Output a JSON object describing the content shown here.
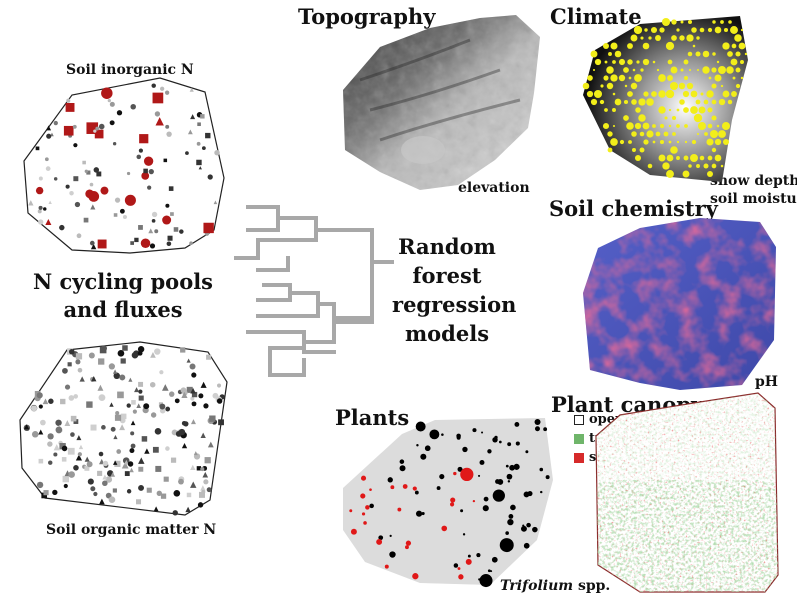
{
  "titles": {
    "topography": "Topography",
    "climate": "Climate",
    "soil_chemistry": "Soil chemistry",
    "plants": "Plants",
    "plant_canopy": "Plant canopy",
    "n_cycling_line1": "N cycling pools",
    "n_cycling_line2": "and fluxes",
    "model_line1": "Random",
    "model_line2": "forest",
    "model_line3": "regression",
    "model_line4": "models"
  },
  "labels": {
    "soil_inorganic_n": "Soil inorganic N",
    "soil_organic_matter_n": "Soil organic matter N",
    "elevation": "elevation",
    "snow_depth": "snow depth",
    "soil_moisture": "soil moisture",
    "ph": "pH",
    "trifolium_italic": "Trifolium",
    "trifolium_rest": " spp."
  },
  "canopy_legend": [
    {
      "label": "open",
      "color": "#ffffff"
    },
    {
      "label": "tree",
      "color": "#6fb56a"
    },
    {
      "label": "shrub",
      "color": "#d62a2a"
    }
  ],
  "colors": {
    "dendrogram": "#a8a8a8",
    "inorganic_marker": "#b01818",
    "snow": "#f2ee1a",
    "chem_blue": "#4a55b8",
    "chem_red": "#e02848",
    "canopy_outline": "#8a2a2a",
    "plants_bg": "#dcdcdc"
  }
}
